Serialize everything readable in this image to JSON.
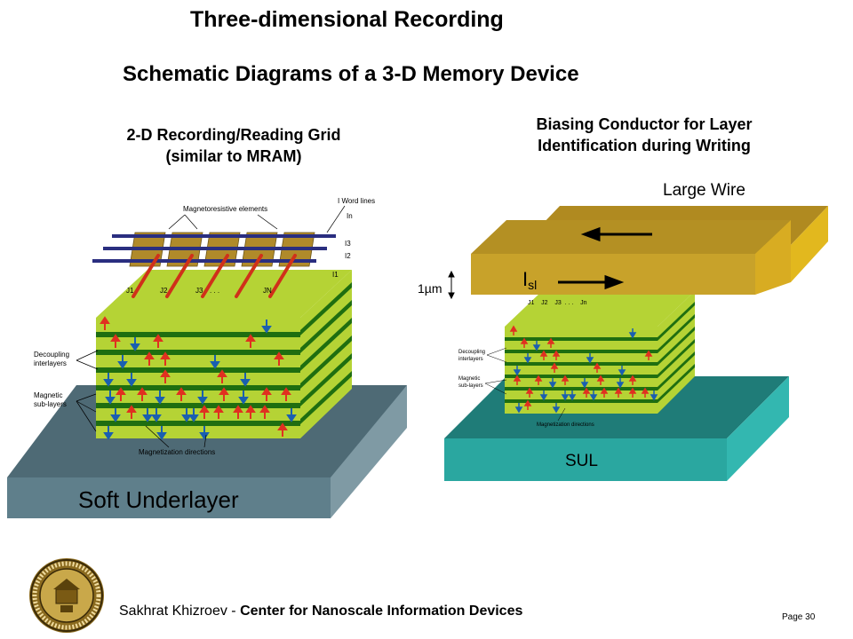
{
  "slide": {
    "title": "Three-dimensional Recording",
    "subtitle": "Schematic Diagrams of a 3-D Memory Device",
    "left_heading_line1": "2-D Recording/Reading Grid",
    "left_heading_line2": "(similar to MRAM)",
    "right_heading_line1": "Biasing Conductor for Layer",
    "right_heading_line2": "Identification during Writing"
  },
  "left_diagram": {
    "labels": {
      "mr_elements": "Magnetoresistive elements",
      "word_lines": "I Word lines",
      "i_n": "In",
      "i_3": "I3",
      "i_2": "I2",
      "i_1": "I1",
      "j_1": "J1",
      "j_2": "J2",
      "j_3": "J3",
      "j_dots": ". . .",
      "j_n": "JN",
      "decoupling_1": "Decoupling",
      "decoupling_2": "interlayers",
      "magnetic_1": "Magnetic",
      "magnetic_2": "sub-layers",
      "magnetization": "Magnetization directions",
      "soft_underlayer": "Soft Underlayer"
    }
  },
  "right_diagram": {
    "labels": {
      "large_wire": "Large Wire",
      "isl": "I",
      "isl_sub": "sl",
      "one_um": "1µm",
      "j_row": "J1    J2    J3  . . .    Jn",
      "decoupling_1": "Decoupling",
      "decoupling_2": "interlayers",
      "magnetic_1": "Magnetic",
      "magnetic_2": "sub-layers",
      "magnetization": "Magnetization directions",
      "sul": "SUL"
    }
  },
  "footer": {
    "author": "Sakhrat Khizroev - ",
    "center_name": "Center for Nanoscale Information Devices",
    "page": "Page 30"
  },
  "colors": {
    "layer_light": "#b5d335",
    "layer_dark": "#1f6e10",
    "soft_underlayer": "#5f7f8b",
    "sul": "#2aa7a0",
    "wire": "#c8a22a",
    "arrow_up": "#e03020",
    "arrow_down": "#1a5fb0"
  }
}
